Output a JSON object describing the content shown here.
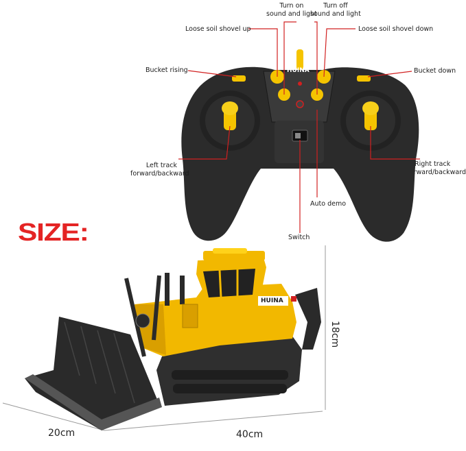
{
  "controller": {
    "brand": "HUINA",
    "labels": {
      "turn_on": "Turn on\nsound and light",
      "turn_off": "Turn off\nsound and light",
      "shovel_up": "Loose soil shovel up",
      "shovel_down": "Loose soil shovel down",
      "bucket_rising": "Bucket rising",
      "bucket_down": "Bucket down",
      "left_track": "Left track\nforward/backward",
      "right_track": "Right track\nforward/backward",
      "auto_demo": "Auto demo",
      "switch": "Switch"
    },
    "colors": {
      "body": "#2b2b2b",
      "accent": "#f5c400",
      "callout": "#d12020"
    }
  },
  "size": {
    "title": "SIZE:",
    "height": "18cm",
    "length": "40cm",
    "width": "20cm"
  },
  "bulldozer": {
    "brand": "HUINA",
    "colors": {
      "body": "#f2b800",
      "dark": "#2a2a2a"
    }
  }
}
